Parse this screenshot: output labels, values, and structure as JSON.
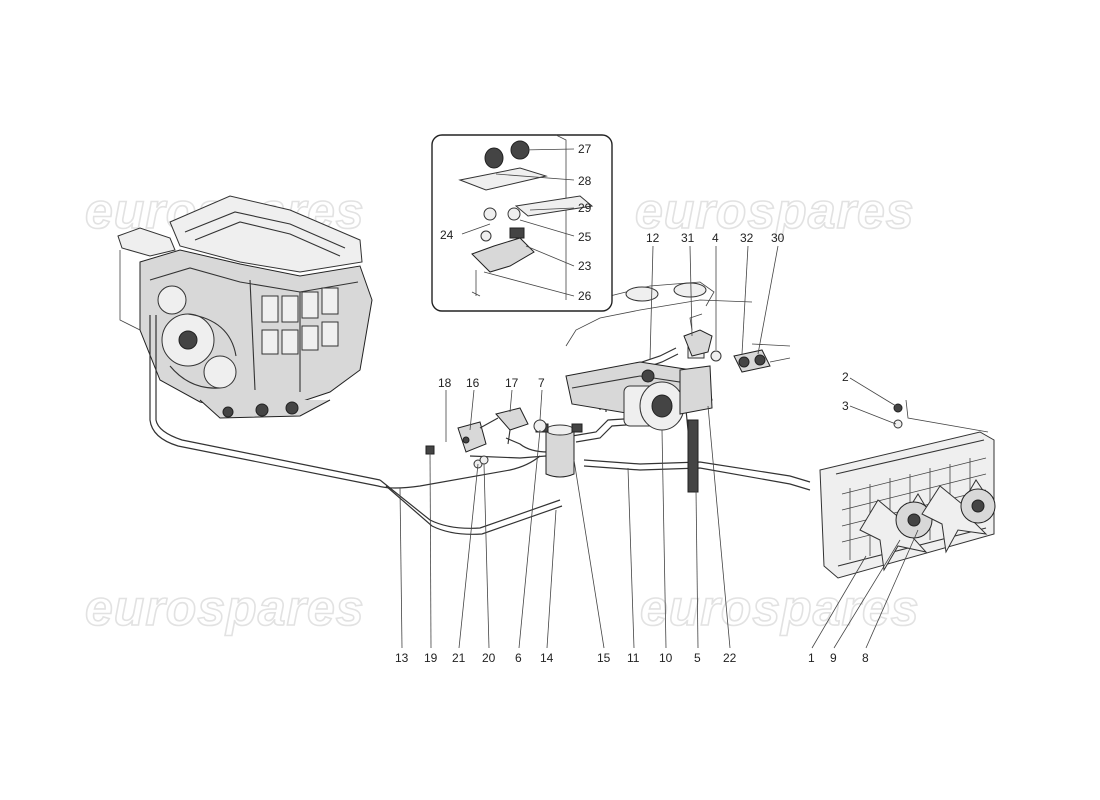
{
  "watermark": "eurospares",
  "part_labels": {
    "p27": "27",
    "p28": "28",
    "p29": "29",
    "p25": "25",
    "p24": "24",
    "p23": "23",
    "p26": "26",
    "p12": "12",
    "p31": "31",
    "p4": "4",
    "p32": "32",
    "p30": "30",
    "p2": "2",
    "p3": "3",
    "p18": "18",
    "p16": "16",
    "p17": "17",
    "p7": "7",
    "p13": "13",
    "p19": "19",
    "p21": "21",
    "p20": "20",
    "p6": "6",
    "p14": "14",
    "p15": "15",
    "p11": "11",
    "p10": "10",
    "p5": "5",
    "p22": "22",
    "p1": "1",
    "p9": "9",
    "p8": "8"
  }
}
